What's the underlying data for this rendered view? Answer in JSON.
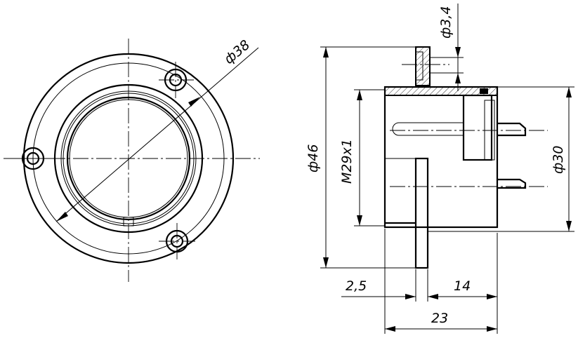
{
  "dimensions": {
    "bolt_circle_dia": "ф38",
    "hole_dia": "ф3,4",
    "flange_dia": "ф46",
    "thread": "M29x1",
    "body_dia": "ф30",
    "flange_thickness": "2,5",
    "body_length": "14",
    "overall_length": "23"
  }
}
